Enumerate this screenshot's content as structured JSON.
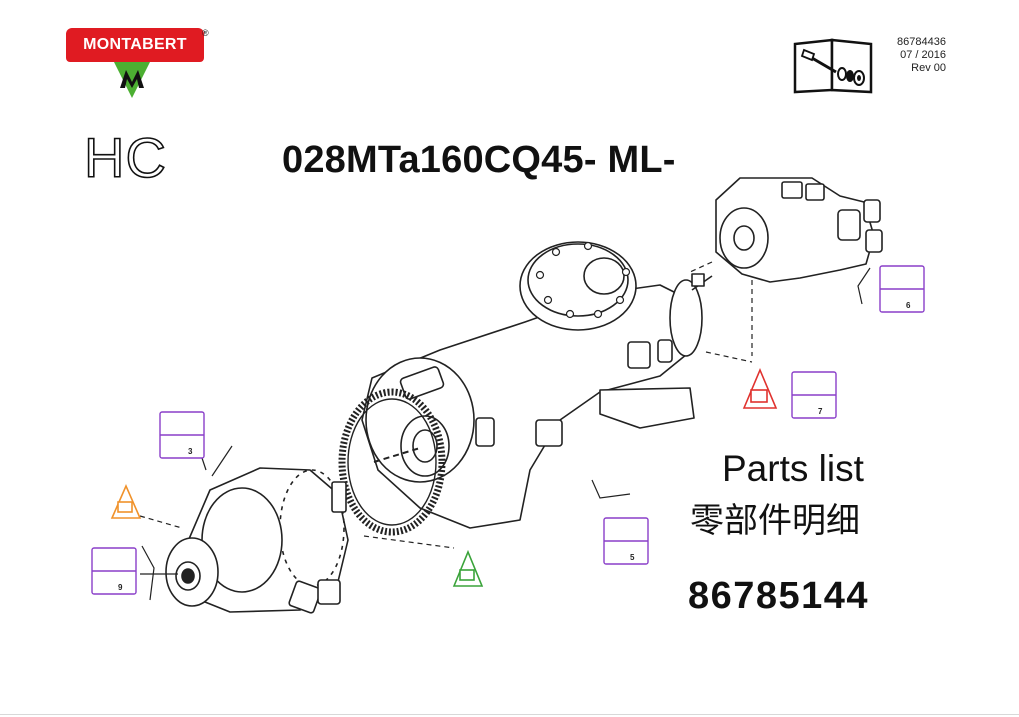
{
  "brand": {
    "name": "MONTABERT",
    "registered_mark": "®",
    "logo_color": "#e01b22",
    "emblem_color": "#4caf32"
  },
  "document": {
    "number": "86784436",
    "date": "07 / 2016",
    "revision": "Rev 00"
  },
  "product": {
    "series": "HC",
    "model_code": "028MTa160CQ45- ML-"
  },
  "parts_list": {
    "title_en": "Parts list",
    "title_zh": "零部件明细",
    "part_number": "86785144"
  },
  "references": [
    {
      "label": "3",
      "color": "#8a3fc9"
    },
    {
      "label": "5",
      "color": "#8a3fc9"
    },
    {
      "label": "6",
      "color": "#8a3fc9"
    },
    {
      "label": "7",
      "color": "#8a3fc9"
    },
    {
      "label": "9",
      "color": "#8a3fc9"
    }
  ],
  "kit_icons": [
    {
      "name": "orange-kit-icon",
      "color": "#f0922b"
    },
    {
      "name": "green-kit-icon",
      "color": "#3aa33a"
    },
    {
      "name": "red-kit-icon",
      "color": "#e0322e"
    }
  ]
}
